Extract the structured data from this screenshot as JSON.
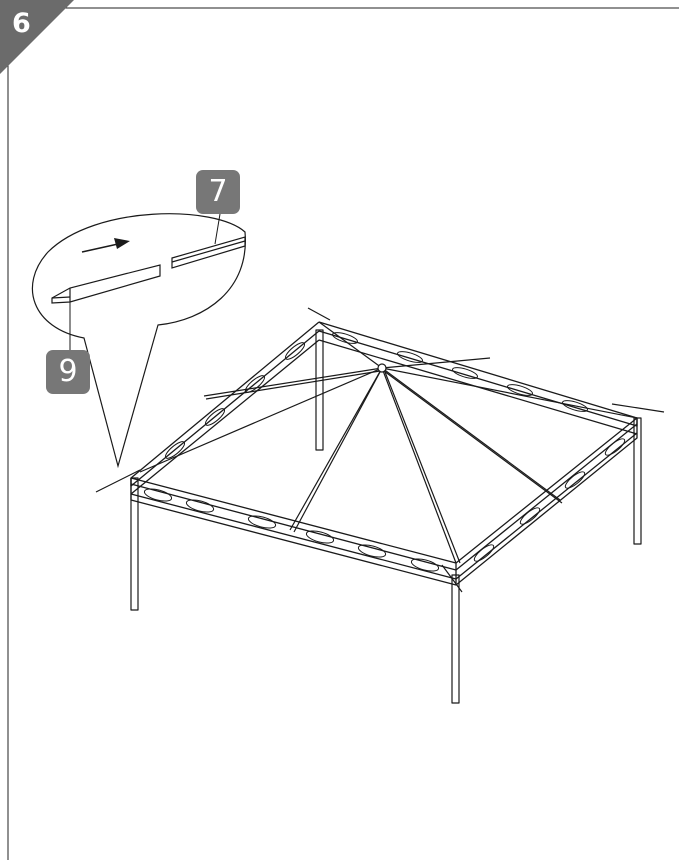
{
  "step": {
    "number": "6"
  },
  "callouts": [
    {
      "label": "7"
    },
    {
      "label": "9"
    }
  ],
  "icons": {
    "step_badge": "step-number-badge",
    "direction_arrow": "arrow-right-icon"
  },
  "colors": {
    "badge": "#6b6b6b",
    "callout": "#777777",
    "line": "#1a1a1a"
  }
}
